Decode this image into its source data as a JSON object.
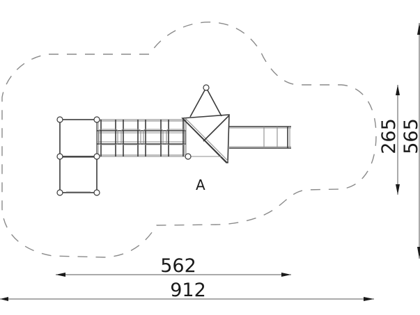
{
  "drawing": {
    "type": "playground equipment plan view",
    "area_label": "A",
    "colors": {
      "line": "#3a3a3a",
      "safety_zone": "#8a8a8a",
      "text": "#1a1a1a",
      "background": "#ffffff"
    }
  },
  "dimensions": {
    "equipment_length": "562",
    "overall_length": "912",
    "equipment_width": "265",
    "overall_width": "565"
  }
}
